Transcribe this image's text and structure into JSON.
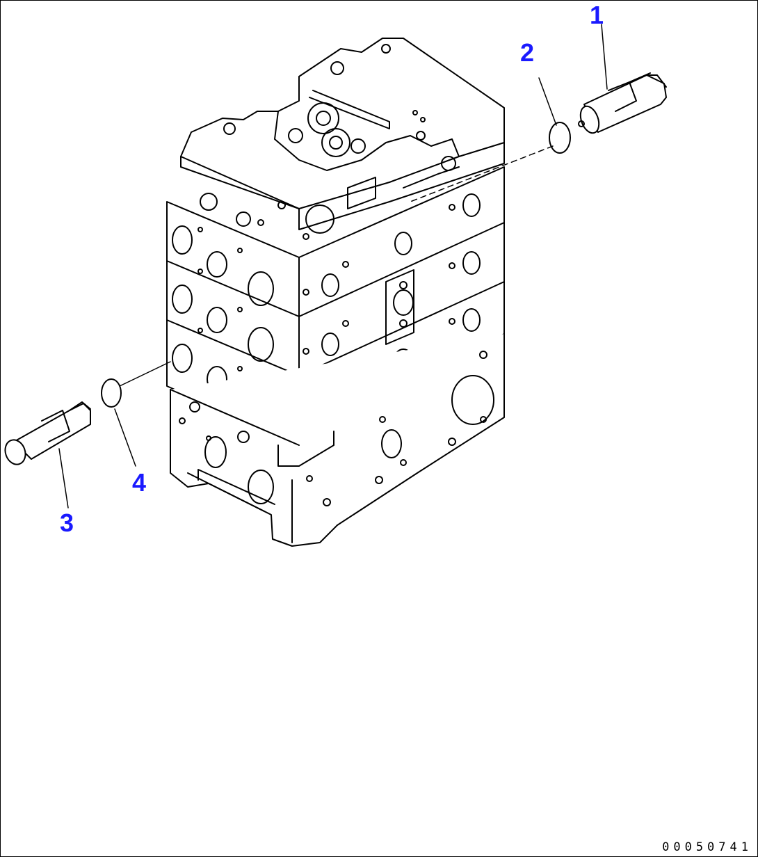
{
  "callouts": [
    {
      "id": "callout-1",
      "label": "1",
      "part": "relief-valve-upper"
    },
    {
      "id": "callout-2",
      "label": "2",
      "part": "o-ring-upper"
    },
    {
      "id": "callout-3",
      "label": "3",
      "part": "relief-valve-lower"
    },
    {
      "id": "callout-4",
      "label": "4",
      "part": "o-ring-lower"
    }
  ],
  "drawing_number": "00050741",
  "colors": {
    "callout": "#1a1aff",
    "line": "#000000",
    "background": "#ffffff"
  }
}
